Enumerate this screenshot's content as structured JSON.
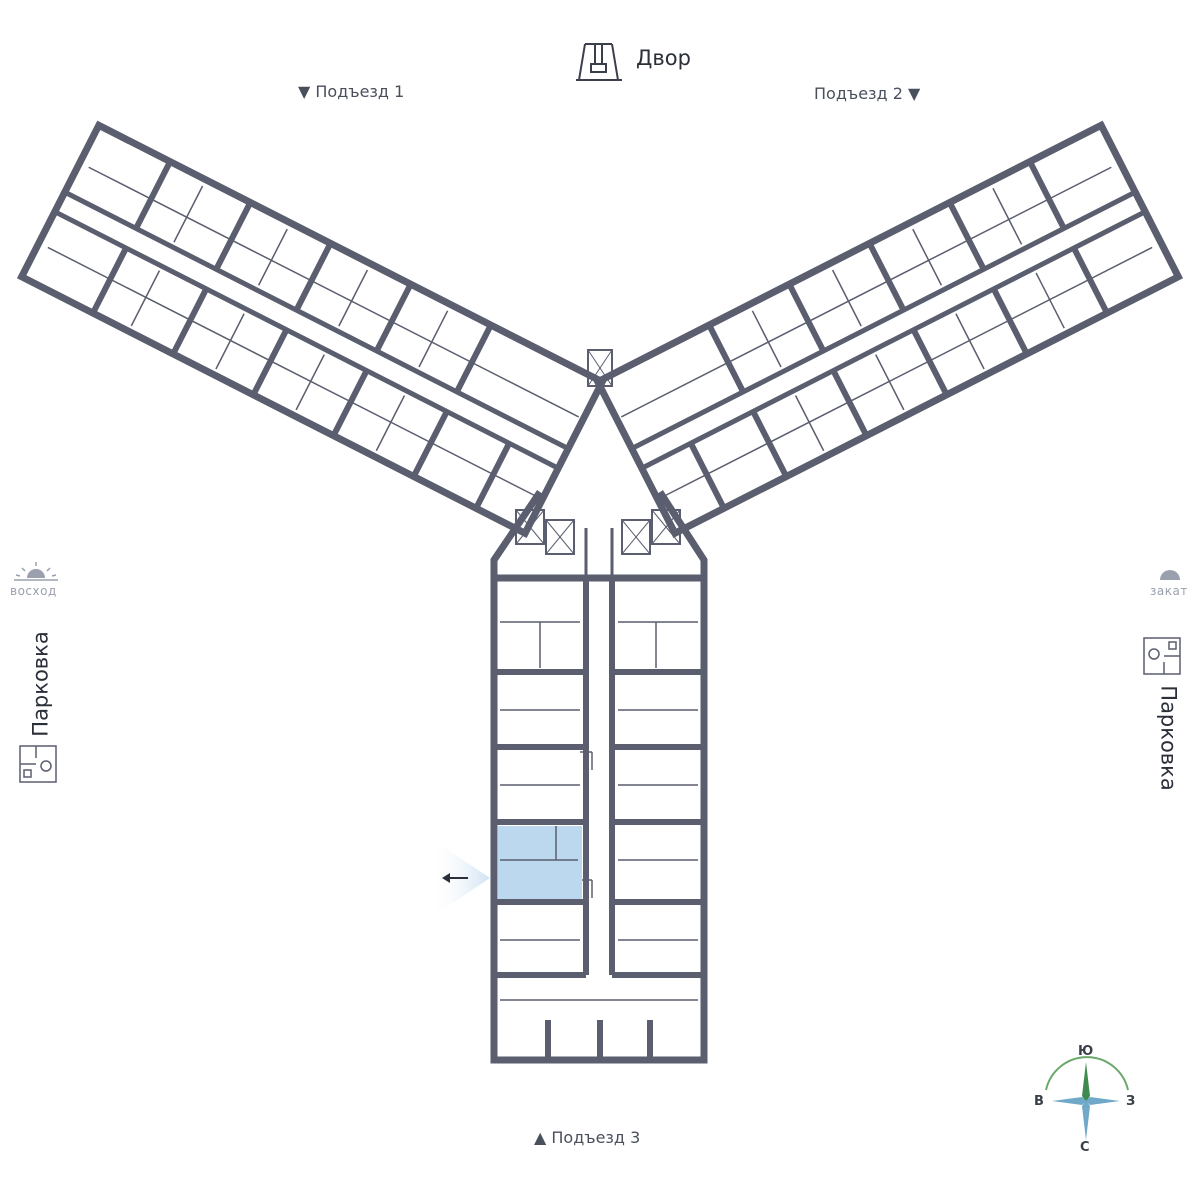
{
  "labels": {
    "yard": "Двор",
    "entrance_1": "▼ Подъезд 1",
    "entrance_2": "Подъезд 2 ▼",
    "entrance_3": "▲ Подъезд 3",
    "sunrise": "восход",
    "sunset": "закат",
    "parking_left": "Парковка",
    "parking_right": "Парковка"
  },
  "compass": {
    "north": "С",
    "south": "Ю",
    "east": "В",
    "west": "З"
  },
  "colors": {
    "wall": "#5a5e6e",
    "selected_apartment": "#bcd8ee",
    "view_arrow": "#dbe9f6",
    "compass_green": "#6aa86a",
    "compass_blue": "#6fa8c8"
  },
  "icons": [
    "playground-icon",
    "sunrise-icon",
    "sunset-icon",
    "parking-icon",
    "compass-icon",
    "view-direction-arrow-icon"
  ]
}
